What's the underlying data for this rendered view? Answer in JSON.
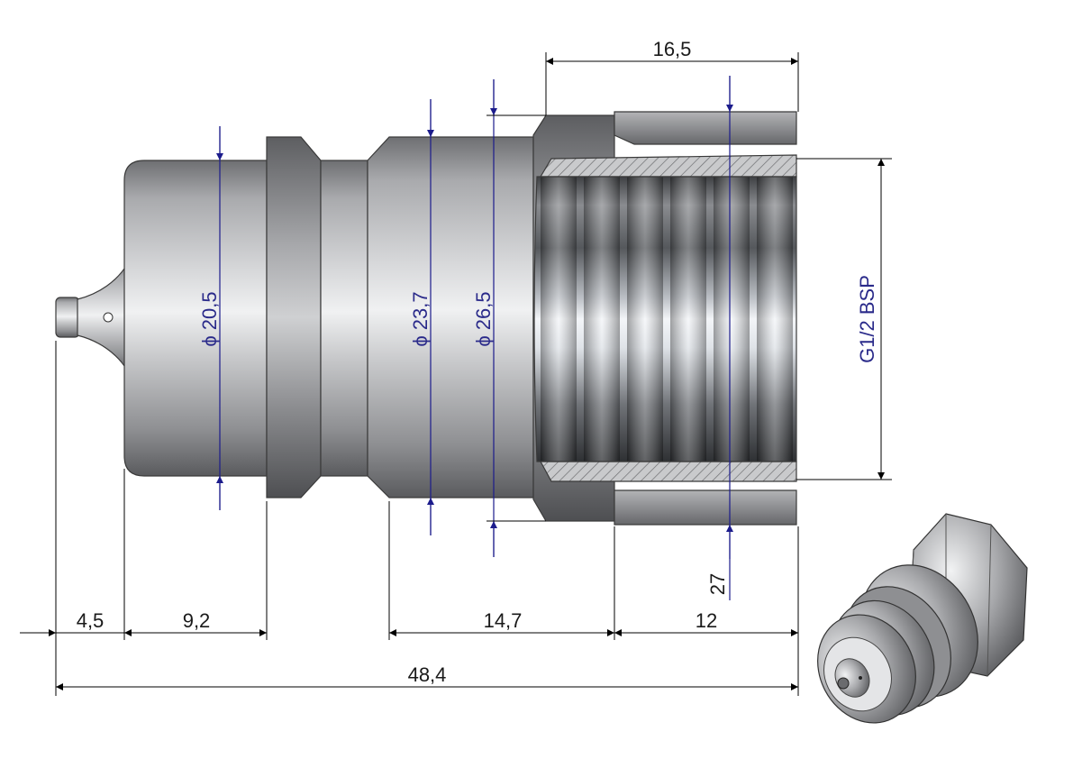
{
  "colors": {
    "dimension_line": "#000000",
    "diameter_axis": "#1c1c8c",
    "diameter_text": "#2a2a8a",
    "metal_dark": "#5f6063",
    "metal_light": "#d9dadc",
    "metal_highlight": "#f2f3f4",
    "hatch": "#7a7a7a"
  },
  "dimensions": {
    "top_length": "16,5",
    "length_a": "4,5",
    "length_b": "9,2",
    "length_c": "14,7",
    "length_d": "12",
    "overall_length": "48,4",
    "hex_size": "27"
  },
  "diameters": {
    "d1": "ϕ 20,5",
    "d2": "ϕ 23,7",
    "d3": "ϕ 26,5"
  },
  "thread": {
    "label": "G1/2  BSP"
  },
  "icons": {
    "thumbnail": "quick-coupler-isometric-icon"
  }
}
